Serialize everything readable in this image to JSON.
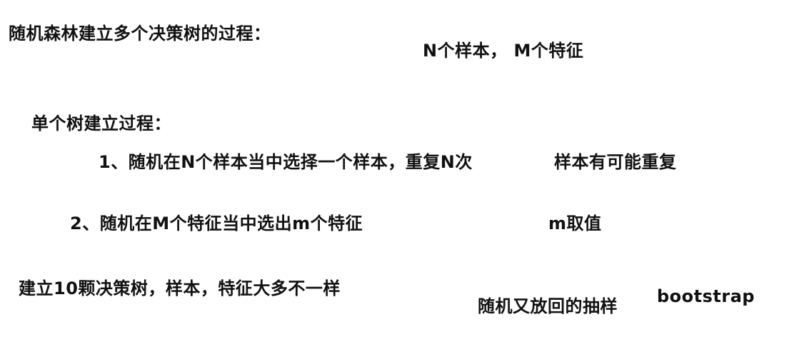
{
  "lines": {
    "title": "随机森林建立多个决策树的过程：",
    "nm": "N个样本， M个特征",
    "single_tree": "单个树建立过程：",
    "step1": "1、随机在N个样本当中选择一个样本，重复N次",
    "step1_note": "样本有可能重复",
    "step2": "2、随机在M个特征当中选出m个特征",
    "m_value": "m取值",
    "build": "建立10颗决策树，样本，特征大多不一样",
    "sampling": "随机又放回的抽样",
    "bootstrap": "bootstrap"
  }
}
